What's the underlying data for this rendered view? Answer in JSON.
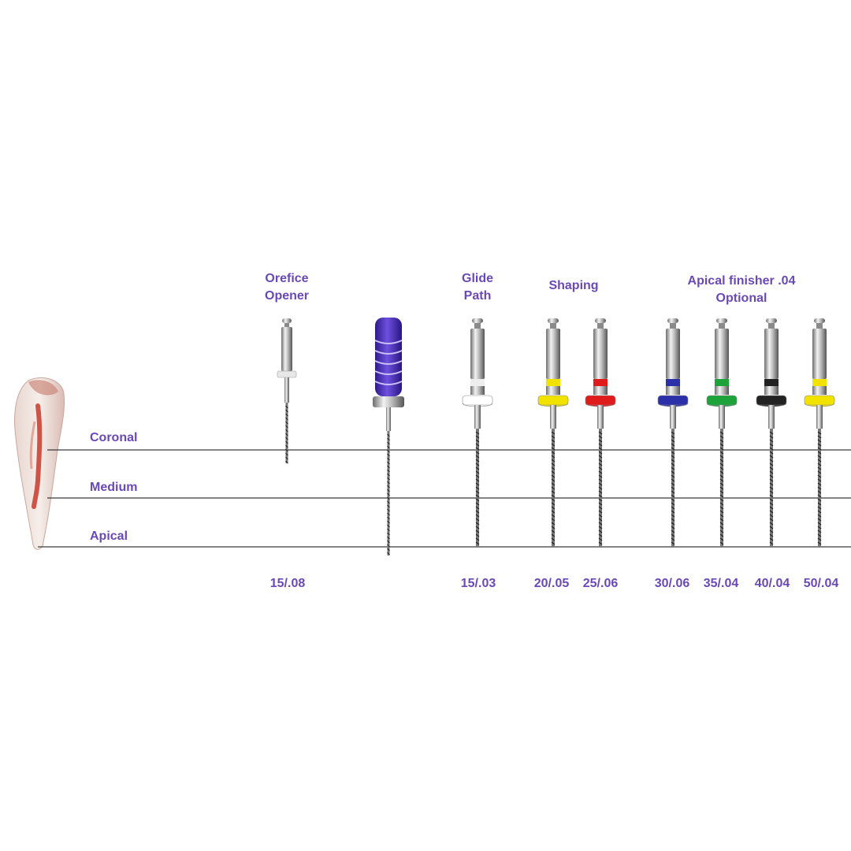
{
  "groups": {
    "orifice": [
      "Orefice",
      "Opener"
    ],
    "glide": [
      "Glide",
      "Path"
    ],
    "shaping": "Shaping",
    "apical": [
      "Apical finisher .04",
      "Optional"
    ]
  },
  "zones": {
    "coronal": "Coronal",
    "medium": "Medium",
    "apical": "Apical"
  },
  "files": [
    {
      "id": "orifice-opener",
      "size": "15/.08",
      "kind": "orifice",
      "ring": "#e8e8e8"
    },
    {
      "id": "hand-file",
      "size": "",
      "kind": "hand",
      "ring": "#6a49b6"
    },
    {
      "id": "glide-path",
      "size": "15/.03",
      "kind": "rotary",
      "ring": "#ffffff",
      "band": "#eeeeee"
    },
    {
      "id": "shaping-20",
      "size": "20/.05",
      "kind": "rotary",
      "ring": "#f2e200",
      "band": "#f2e200"
    },
    {
      "id": "shaping-25",
      "size": "25/.06",
      "kind": "rotary",
      "ring": "#e01b1b",
      "band": "#e01b1b"
    },
    {
      "id": "apical-30",
      "size": "30/.06",
      "kind": "rotary",
      "ring": "#2b2fa8",
      "band": "#2b2fa8"
    },
    {
      "id": "apical-35",
      "size": "35/.04",
      "kind": "rotary",
      "ring": "#1ea23a",
      "band": "#1ea23a"
    },
    {
      "id": "apical-40",
      "size": "40/.04",
      "kind": "rotary",
      "ring": "#222222",
      "band": "#222222"
    },
    {
      "id": "apical-50",
      "size": "50/.04",
      "kind": "rotary",
      "ring": "#f2e200",
      "band": "#f2e200"
    }
  ],
  "colors": {
    "label": "#6a49b6",
    "line": "#3a3a3a",
    "handle": "#5a3cc4"
  }
}
